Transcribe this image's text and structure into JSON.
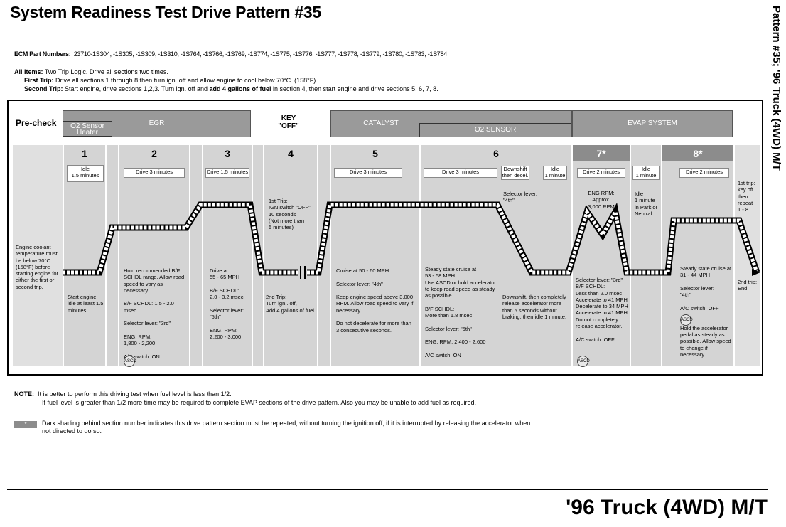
{
  "title": "System Readiness Test Drive Pattern #35",
  "side_label": "Pattern #35; '96 Truck (4WD) M/T",
  "ecm_label": "ECM Part Numbers:",
  "ecm_numbers": "23710-1S304, -1S305, -1S309, -1S310, -1S764, -1S766, -1S769, -1S774, -1S775, -1S776, -1S777, -1S778, -1S779, -1S780, -1S783, -1S784",
  "all_items_label": "All Items:",
  "all_items": "Two Trip Logic.  Drive all sections two times.",
  "first_trip_label": "First Trip:",
  "first_trip": "Drive all sections 1 through 8 then turn ign. off and allow engine to cool below 70°C. (158°F).",
  "second_trip_label": "Second Trip:",
  "second_trip_a": "Start engine, drive sections 1,2,3. Turn ign. off and",
  "second_trip_b": "add 4 gallons of fuel",
  "second_trip_c": "in section 4, then start engine and drive sections 5, 6, 7, 8.",
  "headers": {
    "precheck": "Pre-check",
    "o2_heater": "O2 Sensor\nHeater",
    "egr": "EGR",
    "key_off": "KEY\n\"OFF\"",
    "catalyst": "CATALYST",
    "o2_sensor": "O2 SENSOR",
    "evap": "EVAP SYSTEM"
  },
  "sections": [
    "1",
    "2",
    "3",
    "4",
    "5",
    "6",
    "7*",
    "8*"
  ],
  "boxes": {
    "s1": "Idle\n1.5 minutes",
    "s2": "Drive 3 minutes",
    "s3": "Drive 1.5 minutes",
    "s5": "Drive 3 minutes",
    "s6": "Drive 3 minutes",
    "s6b": "Downshift\nthen decel.",
    "s6c": "Idle\n1 minute",
    "s7": "Drive 2 minutes",
    "s7b": "Idle\n1 minute",
    "s8": "Drive 2 minutes"
  },
  "notes": {
    "precheck": "Engine coolant temperature must be below 70°C (158°F) before starting engine for either the first or second trip.",
    "s1": "Start engine, idle at least 1.5 minutes.",
    "s2": "Hold recommended B/F SCHDL range. Allow road speed to vary as necessary.\n\nB/F SCHDL: 1.5 - 2.0 msec\n\nSelector lever: \"3rd\"\n\nENG. RPM:\n 1,800 - 2,200\n\nA/C switch: ON",
    "s3": "Drive at:\n55 - 65 MPH\n\nB/F SCHDL:\n 2.0 - 3.2 msec\n\nSelector lever:\n\"5th\"\n\nENG. RPM:\n 2,200 - 3,000",
    "s4_top": "1st Trip:\nIGN switch \"OFF\"\n10 seconds\n(Not more than\n5 minutes)",
    "s4_bottom": "2nd Trip:\nTurn ign.. off,\nAdd 4 gallons of fuel.",
    "s5": "Cruise at 50 - 60 MPH\n\nSelector lever: \"4th\"\n\nKeep engine speed above 3,000 RPM. Allow road speed to vary if necessary\n\nDo not decelerate for more than 3 consecutive seconds.",
    "s6": "Steady state cruise at\n53 - 58 MPH\nUse ASCD or hold accelerator to keep road speed as steady as possible.\n\nB/F SCHDL:\n More than 1.8 msec\n\nSelector lever: \"5th\"\n\nENG. RPM: 2,400 - 2,600\n\nA/C switch: ON",
    "s6_selector": "Selector lever:\n\"4th\"",
    "s6_downshift": "Downshift, then completely release accelerator more than 5 seconds without braking, then idle 1 minute.",
    "s7_rpm": "ENG RPM:\nApprox.\n3,000 RPM",
    "s7_idle": "Idle\n1 minute\nin Park or\nNeutral.",
    "s7": "Selector lever: \"3rd\"\nB/F SCHDL:\n Less than 2.0 msec\nAccelerate to 41 MPH\nDecelerate to 34 MPH\nAccelerate to 41 MPH\nDo not completely release accelerator.\n\nA/C switch: OFF",
    "s8": "Steady state cruise at\n31 - 44 MPH\n\nSelector lever:\n \"4th\"\n\nA/C switch: OFF\n\n\nHold the accelerator pedal as steady as possible. Allow speed to change if necessary.",
    "end_top": "1st trip:\nkey off\nthen\nrepeat\n1 - 8.",
    "end_bottom": "2nd trip:\nEnd."
  },
  "ascd_label": "ASCD",
  "note_label": "NOTE:",
  "note_line1": "It is better to perform this driving test when fuel level is less than 1/2.",
  "note_line2": "If fuel level is greater than 1/2 more time may be required to complete EVAP sections of the drive pattern.  Also you may be unable to add fuel as required.",
  "legend_symbol": "*",
  "legend_text": "Dark shading behind section number indicates this drive pattern section must be repeated, without turning the ignition off, if it is interrupted by releasing the accelerator when not directed to do so.",
  "footer_title": "'96 Truck (4WD) M/T"
}
